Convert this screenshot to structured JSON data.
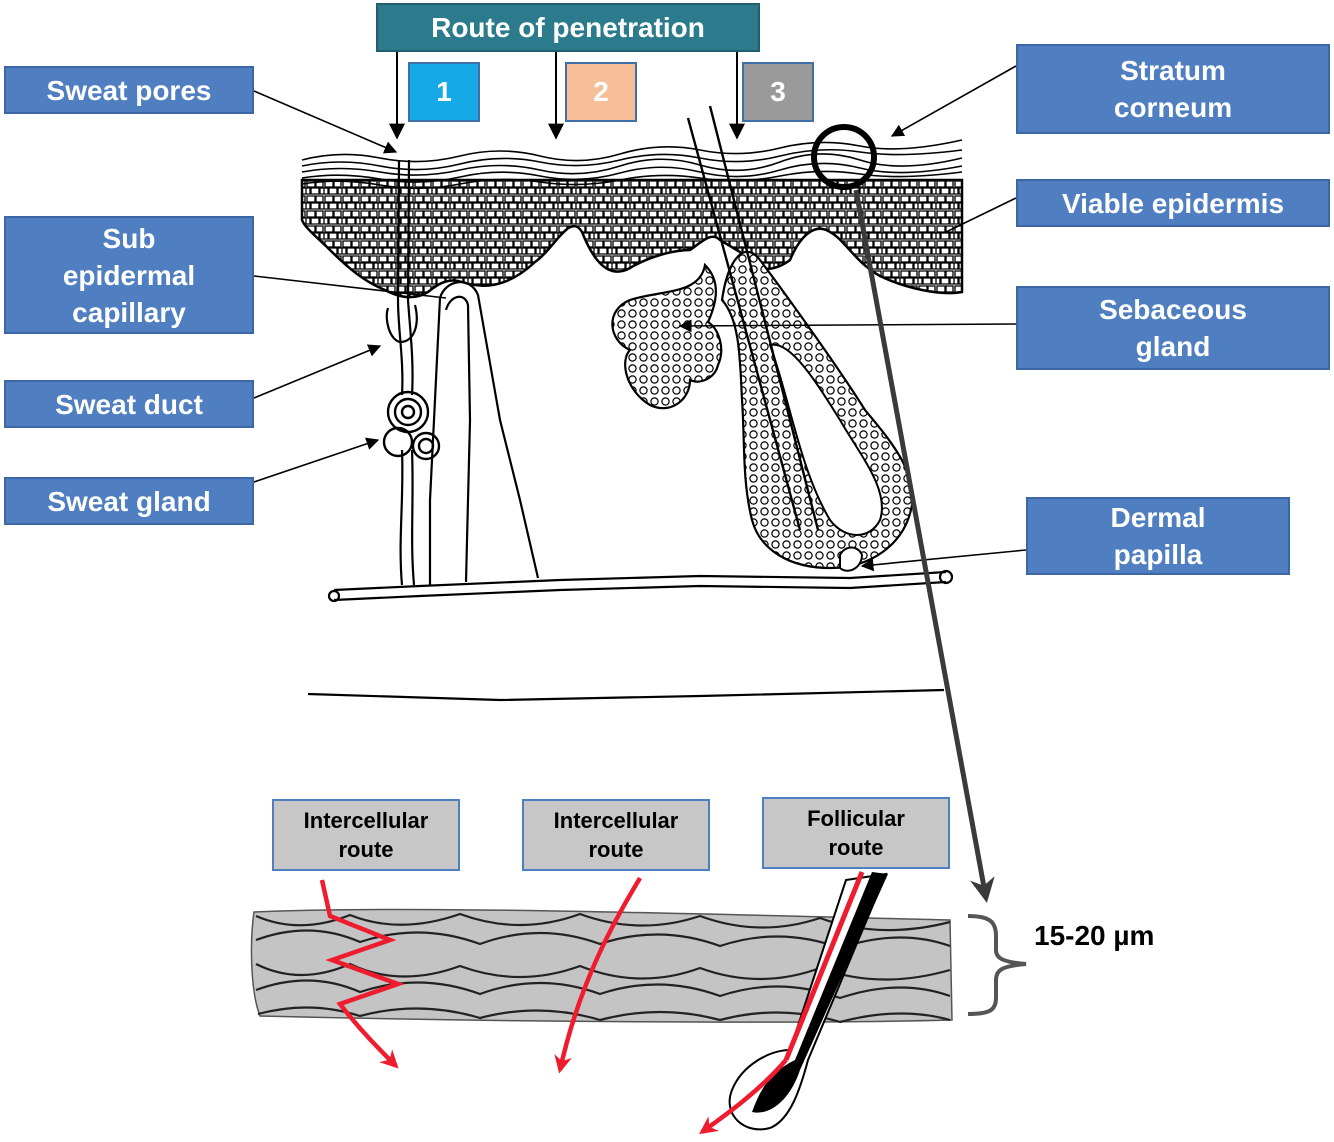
{
  "route_header": {
    "title": "Route of penetration",
    "routes": [
      {
        "label": "1",
        "color": "#16a9e8"
      },
      {
        "label": "2",
        "color": "#f6bf98"
      },
      {
        "label": "3",
        "color": "#9a9a9a"
      }
    ]
  },
  "labels": {
    "sweat_pores": "Sweat pores",
    "sub_epidermal_capillary": "Sub\nepidermal\ncapillary",
    "sweat_duct": "Sweat duct",
    "sweat_gland": "Sweat gland",
    "stratum_corneum": "Stratum\ncorneum",
    "viable_epidermis": "Viable epidermis",
    "sebaceous_gland": "Sebaceous\ngland",
    "dermal_papilla": "Dermal\npapilla"
  },
  "bottom_labels": {
    "intercellular_1": "Intercellular\nroute",
    "intercellular_2": "Intercellular\nroute",
    "follicular": "Follicular\nroute"
  },
  "thickness": "15-20 µm",
  "colors": {
    "label_box": "#4f7ec1",
    "route_title": "#2b7b8c",
    "cell_gray": "#c4c4c4",
    "penetration_arrow": "#ee1c2e"
  }
}
